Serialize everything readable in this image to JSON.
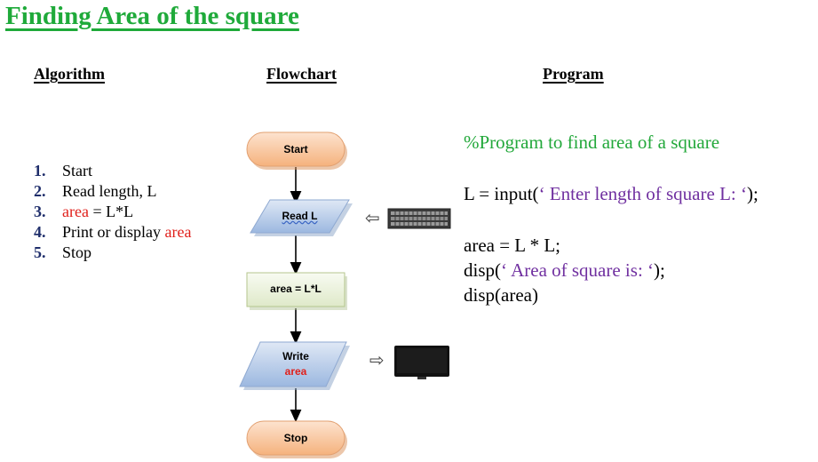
{
  "title": "Finding Area of the square",
  "headers": {
    "algorithm": "Algorithm",
    "flowchart": "Flowchart",
    "program": "Program"
  },
  "algorithm_steps": [
    {
      "num": "1.",
      "pre": "",
      "highlight": "",
      "post": "Start"
    },
    {
      "num": "2.",
      "pre": "Read length, L",
      "highlight": "",
      "post": ""
    },
    {
      "num": "3.",
      "pre": "",
      "highlight": "area",
      "post": " = L*L"
    },
    {
      "num": "4.",
      "pre": "Print or display ",
      "highlight": "area",
      "post": ""
    },
    {
      "num": "5.",
      "pre": "Stop",
      "highlight": "",
      "post": ""
    }
  ],
  "flowchart": {
    "start": "Start",
    "read": "Read  L",
    "process": "area = L*L",
    "write_line1": "Write",
    "write_line2": "area",
    "stop": "Stop"
  },
  "program": {
    "comment": "%Program to find area of a square",
    "line1_code": "L = input(",
    "line1_string": "‘ Enter length of square L: ‘",
    "line1_end": ");",
    "line2": "area = L * L;",
    "line3_code": "disp(",
    "line3_string": "‘ Area of square is: ‘",
    "line3_end": ");",
    "line4": "disp(area)"
  },
  "devices": {
    "input_arrow": "⇦",
    "output_arrow": "⇨",
    "input_icon": "keyboard-icon",
    "output_icon": "monitor-icon"
  },
  "colors": {
    "title": "#1faa3a",
    "highlight": "#e0201b",
    "string": "#7030a0",
    "comment": "#22a83a",
    "terminal_fill": "#f8c49a",
    "io_fill": "#b9cde8",
    "process_fill": "#eaf1dd"
  }
}
